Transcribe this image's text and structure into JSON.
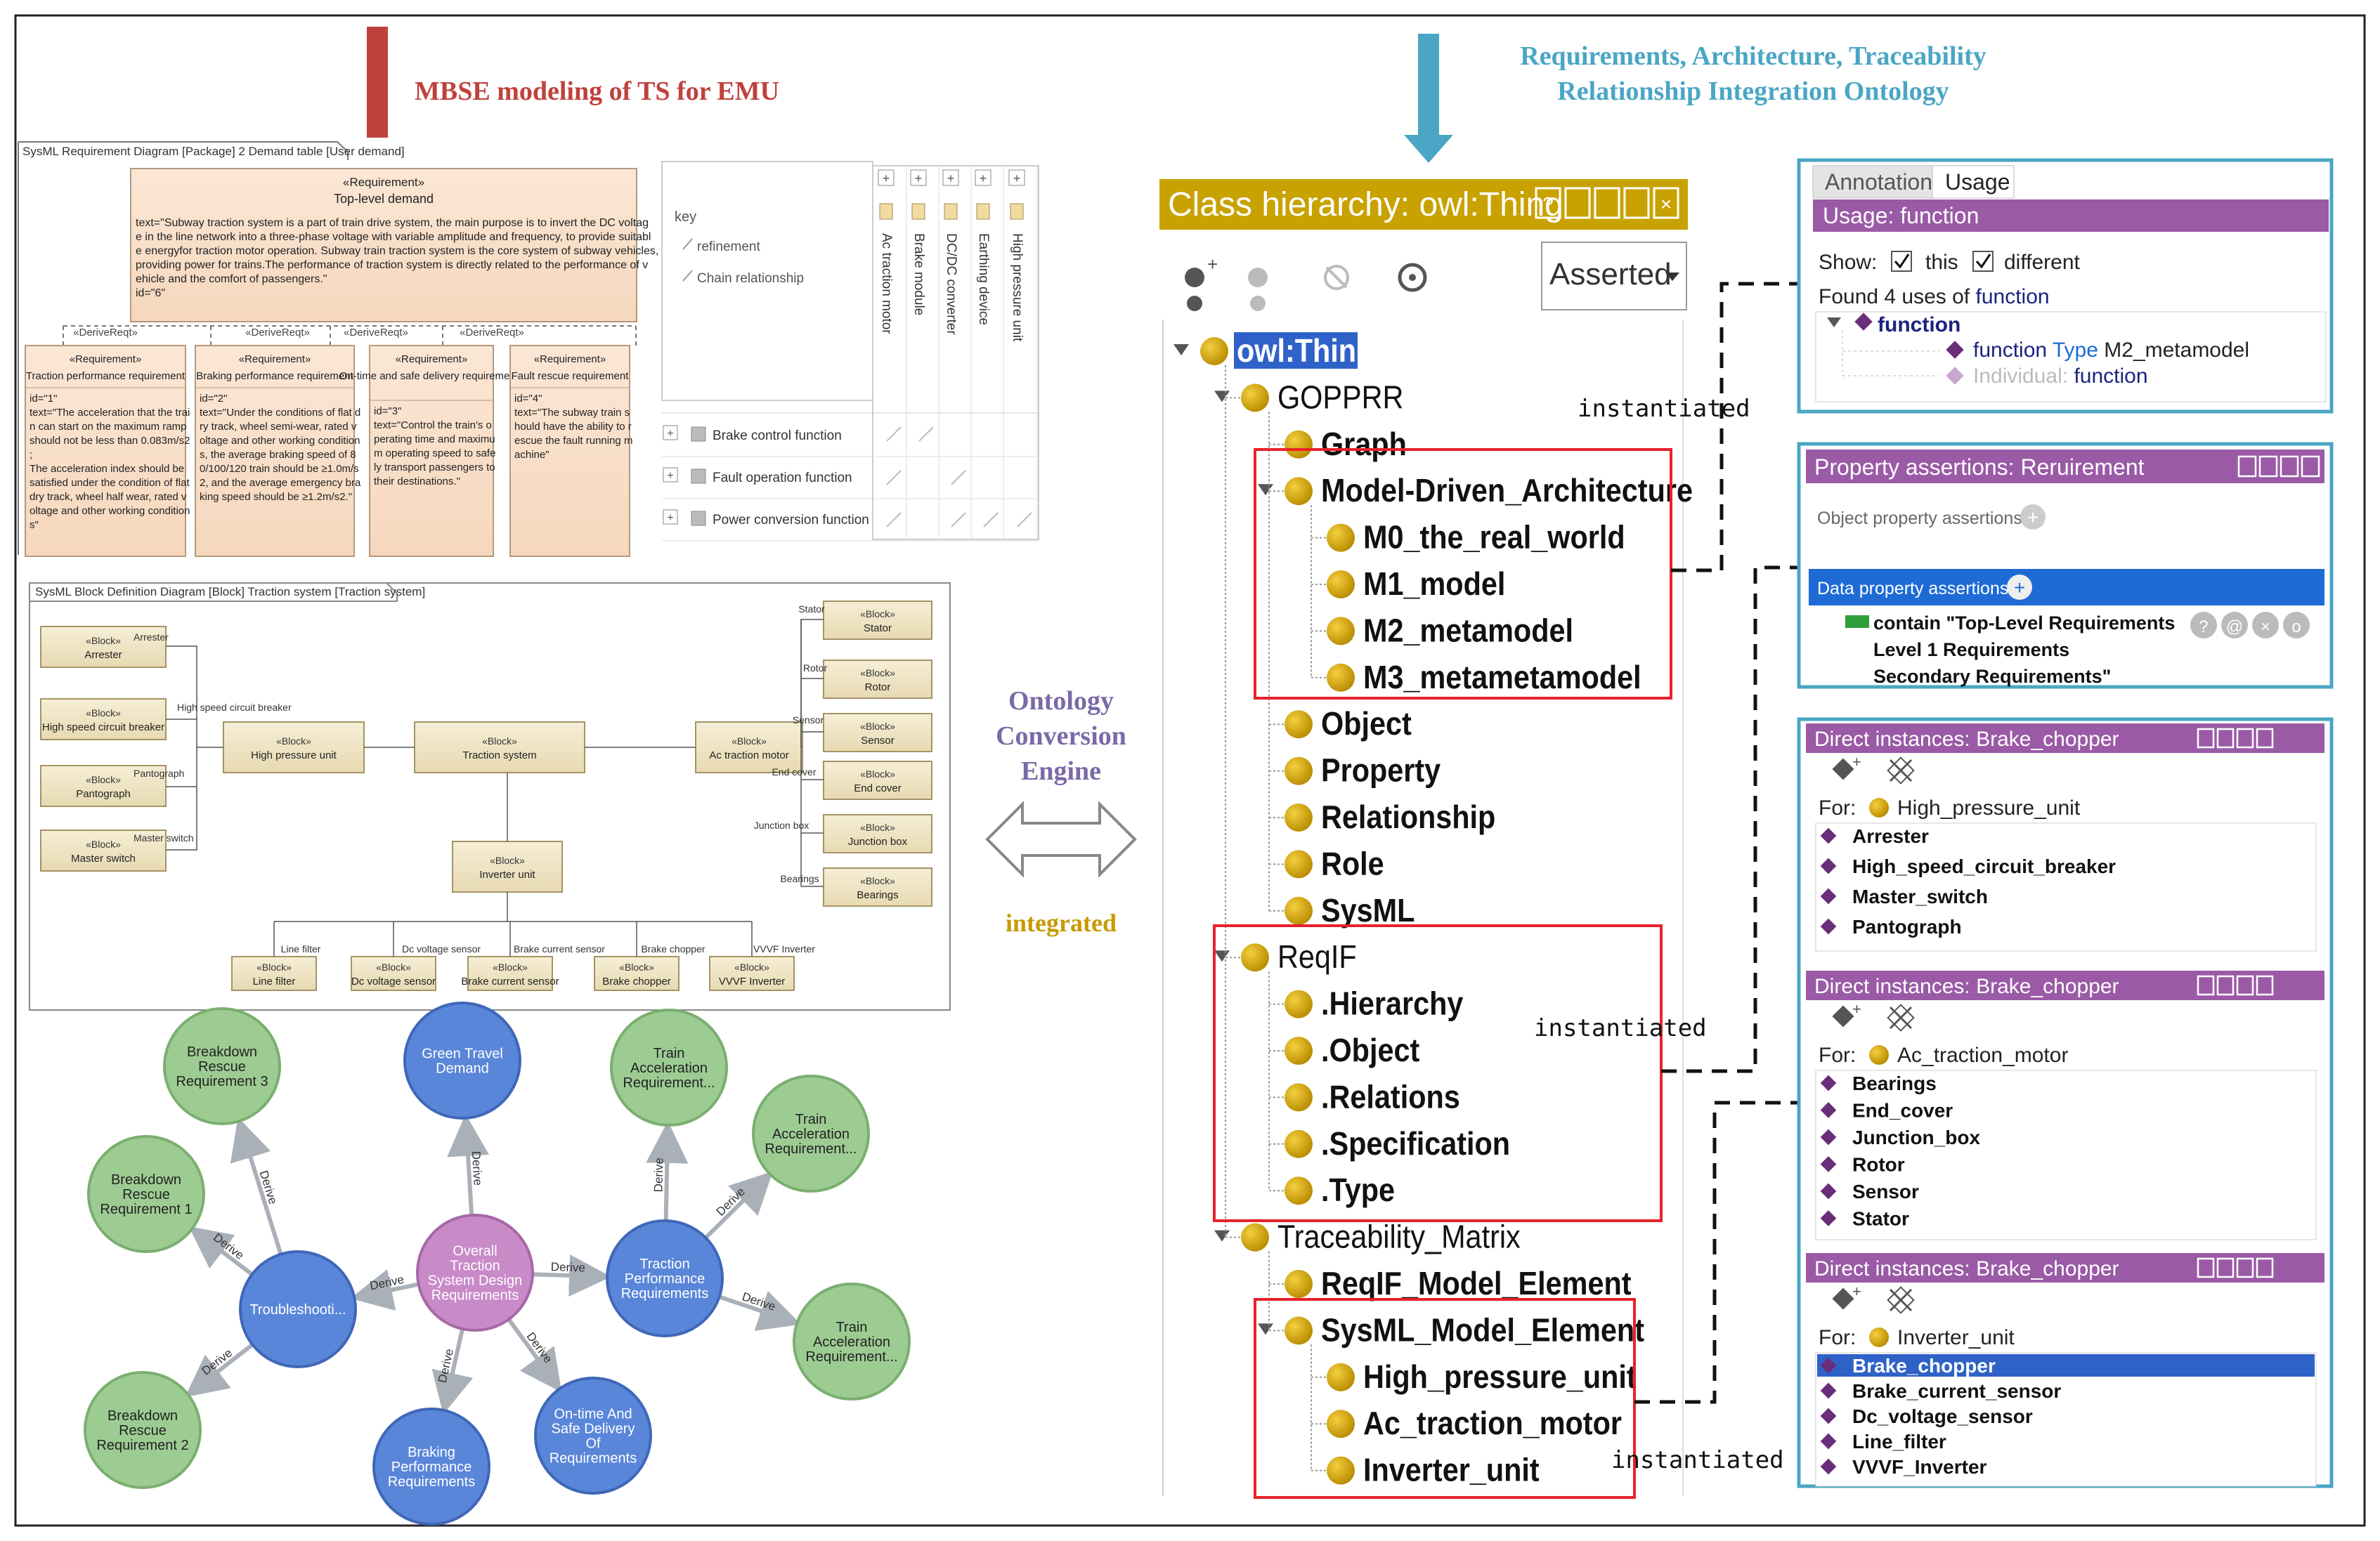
{
  "headers": {
    "left_title": "MBSE modeling of TS for EMU",
    "right_title_1": "Requirements, Architecture, Traceability",
    "right_title_2": "Relationship Integration Ontology",
    "engine_1": "Ontology",
    "engine_2": "Conversion",
    "engine_3": "Engine",
    "integrated": "integrated",
    "instantiated": "instantiated"
  },
  "colors": {
    "title_bar_red": "#c0413b",
    "arrow_teal": "#4aa6c4",
    "engine_purple": "#7a6aa8",
    "gold": "#c79a00",
    "protege_header": "#c8a200",
    "purple_header": "#9a5aa6",
    "node_green": "#9dcc93",
    "node_blue": "#5a86d9",
    "node_pink": "#c98ac8",
    "highlight_red": "#e8222a"
  },
  "req_diagram": {
    "frame_title": "SysML Requirement Diagram [Package] 2 Demand table [User demand]",
    "top": {
      "stereotype": "«Requirement»",
      "name": "Top-level demand",
      "text_lines": [
        "text=\"Subway traction system is a part of train drive system, the main purpose is to invert  the DC voltag",
        "e in the line network into a three-phase voltage with variable amplitude and frequency, to provide suitabl",
        "e energyfor traction motor operation. Subway train traction system is the core system of subway vehicles,",
        "providing power for trains.The performance of traction system is directly related to the performance of v",
        "ehicle  and the comfort of passengers.\"",
        "id=\"6\""
      ]
    },
    "derive_label": "«DeriveReqt»",
    "children": [
      {
        "stereotype": "«Requirement»",
        "name": "Traction performance requirement",
        "lines": [
          "id=\"1\"",
          "text=\"The acceleration that the trai",
          "n can start on the maximum ramp",
          "should not be less than 0.083m/s2",
          ";",
          "The acceleration index should be",
          "satisfied under the condition of flat",
          "dry track, wheel half wear, rated v",
          "oltage and other working condition",
          "s\""
        ]
      },
      {
        "stereotype": "«Requirement»",
        "name": "Braking performance requirement",
        "lines": [
          "id=\"2\"",
          "text=\"Under the conditions of flat d",
          "ry track, wheel semi-wear, rated v",
          "oltage and other working condition",
          "s, the average braking speed of 8",
          "0/100/120 train should be ≥1.0m/s",
          "2, and the average emergency bra",
          "king speed should be ≥1.2m/s2.\""
        ]
      },
      {
        "stereotype": "«Requirement»",
        "name": "On-time and safe delivery requirements",
        "lines": [
          "id=\"3\"",
          "text=\"Control the train's  o",
          "perating time and maximu",
          "m operating speed to safe",
          "ly transport passengers to",
          "their destinations.\""
        ]
      },
      {
        "stereotype": "«Requirement»",
        "name": "Fault rescue requirement",
        "lines": [
          "id=\"4\"",
          "text=\"The subway train s",
          "hould have the ability to r",
          "escue the fault running m",
          "achine\""
        ]
      }
    ],
    "key_title": "key",
    "key_items": [
      "refinement",
      "Chain relationship"
    ],
    "matrix_cols": [
      "Ac traction motor",
      "Brake module",
      "DC/DC converter",
      "Earthing device",
      "High pressure unit"
    ],
    "matrix_rows": [
      "Brake control function",
      "Fault operation function",
      "Power conversion function"
    ]
  },
  "block_diagram": {
    "frame_title": "SysML Block Definition Diagram [Block] Traction system [Traction system]",
    "stereotype": "«Block»",
    "left_blocks": [
      "Arrester",
      "High speed circuit breaker",
      "Pantograph",
      "Master switch"
    ],
    "left_labels": [
      "Arrester",
      "High speed circuit breaker",
      "Pantograph",
      "Master switch"
    ],
    "center": [
      "High pressure unit",
      "Traction system",
      "Ac traction motor",
      "Inverter unit"
    ],
    "right_blocks": [
      "Stator",
      "Rotor",
      "Sensor",
      "End cover",
      "Junction box",
      "Bearings"
    ],
    "right_labels": [
      "Stator",
      "Rotor",
      "Sensor",
      "End cover",
      "Junction box",
      "Bearings"
    ],
    "bottom_blocks": [
      "Line filter",
      "Dc voltage sensor",
      "Brake current sensor",
      "Brake chopper",
      "VVVF Inverter"
    ],
    "bottom_labels": [
      "Line filter",
      "Dc voltage sensor",
      "Brake current sensor",
      "Brake chopper",
      "VVVF Inverter"
    ]
  },
  "graph": {
    "edge_label": "Derive",
    "nodes": {
      "n1": "Breakdown|Rescue|Requirement 3",
      "n2": "Breakdown|Rescue|Requirement 1",
      "n3": "Troubleshooti...",
      "n4": "Breakdown|Rescue|Requirement 2",
      "n5": "Green Travel|Demand",
      "n6": "Overall|Traction|System Design|Requirements",
      "n7": "Braking|Performance|Requirements",
      "n8": "On-time And|Safe Delivery|Of|Requirements",
      "n9": "Train|Acceleration|Requirement...",
      "n10": "Train|Acceleration|Requirement...",
      "n11": "Traction|Performance|Requirements",
      "n12": "Train|Acceleration|Requirement..."
    }
  },
  "protege": {
    "panel_title": "Class hierarchy: owl:Thing",
    "asserted": "Asserted",
    "tree": [
      {
        "label": "owl:Thing",
        "level": 0,
        "selected": true,
        "arrow": true
      },
      {
        "label": "GOPPRR",
        "level": 1,
        "arrow": true
      },
      {
        "label": "Graph",
        "level": 2
      },
      {
        "label": "Model-Driven_Architecture",
        "level": 2,
        "arrow": true
      },
      {
        "label": "M0_the_real_world",
        "level": 3
      },
      {
        "label": "M1_model",
        "level": 3
      },
      {
        "label": "M2_metamodel",
        "level": 3
      },
      {
        "label": "M3_metametamodel",
        "level": 3
      },
      {
        "label": "Object",
        "level": 2
      },
      {
        "label": "Property",
        "level": 2
      },
      {
        "label": "Relationship",
        "level": 2
      },
      {
        "label": "Role",
        "level": 2
      },
      {
        "label": "SysML",
        "level": 2
      },
      {
        "label": "ReqIF",
        "level": 1,
        "arrow": true
      },
      {
        "label": ".Hierarchy",
        "level": 2
      },
      {
        "label": ".Object",
        "level": 2
      },
      {
        "label": ".Relations",
        "level": 2
      },
      {
        "label": ".Specification",
        "level": 2
      },
      {
        "label": ".Type",
        "level": 2
      },
      {
        "label": "Traceability_Matrix",
        "level": 1,
        "arrow": true
      },
      {
        "label": "ReqIF_Model_Element",
        "level": 2
      },
      {
        "label": "SysML_Model_Element",
        "level": 2,
        "arrow": true
      },
      {
        "label": "High_pressure_unit",
        "level": 3
      },
      {
        "label": "Ac_traction_motor",
        "level": 3
      },
      {
        "label": "Inverter_unit",
        "level": 3
      }
    ]
  },
  "usage_panel": {
    "tab_annotations": "Annotations",
    "tab_usage": "Usage",
    "header": "Usage: function",
    "show_label": "Show:",
    "this_label": "this",
    "different_label": "different",
    "found_prefix": "Found 4 uses of ",
    "found_term": "function",
    "root": "function",
    "line1_a": "function",
    "line1_b": "Type",
    "line1_c": "M2_metamodel",
    "line2_a": "Individual:",
    "line2_b": "function"
  },
  "property_panel": {
    "header": "Property assertions: Reruirement",
    "object_label": "Object property assertions",
    "data_label": "Data property assertions",
    "assertion_lines": [
      "contain  \"Top-Level Requirements",
      "Level 1 Requirements",
      "Secondary Requirements\""
    ]
  },
  "instances_panel": {
    "header": "Direct instances: Brake_chopper",
    "for_label": "For:",
    "groups": [
      {
        "for": "High_pressure_unit",
        "items": [
          "Arrester",
          "High_speed_circuit_breaker",
          "Master_switch",
          "Pantograph"
        ]
      },
      {
        "for": "Ac_traction_motor",
        "items": [
          "Bearings",
          "End_cover",
          "Junction_box",
          "Rotor",
          "Sensor",
          "Stator"
        ]
      },
      {
        "for": "Inverter_unit",
        "items": [
          "Brake_chopper",
          "Brake_current_sensor",
          "Dc_voltage_sensor",
          "Line_filter",
          "VVVF_Inverter"
        ]
      }
    ]
  }
}
